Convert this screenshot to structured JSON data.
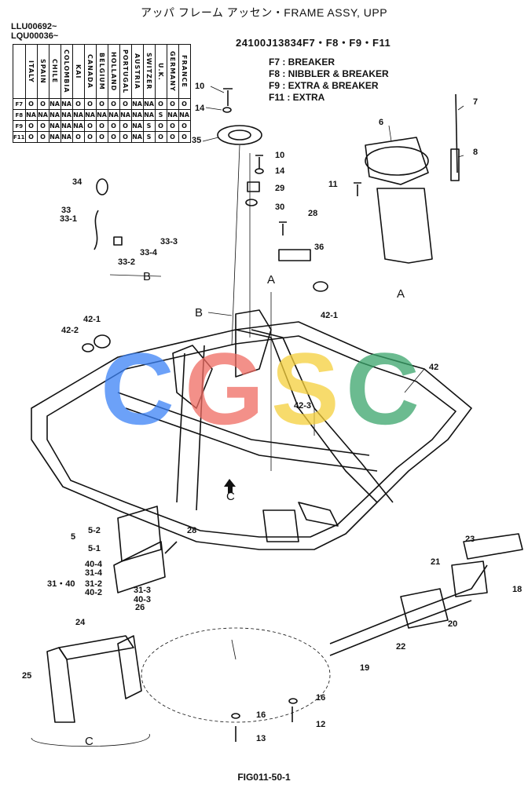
{
  "title": "アッパ フレーム アッセン・FRAME ASSY, UPP",
  "serials": [
    "LLU00692~",
    "LQU00036~"
  ],
  "part_code": "24100J13834F7・F8・F9・F11",
  "legend": [
    "F7 : BREAKER",
    "F8 : NIBBLER & BREAKER",
    "F9 : EXTRA & BREAKER",
    "F11 : EXTRA"
  ],
  "table": {
    "countries": [
      "ITALY",
      "SPAIN",
      "CHILE",
      "COLOMBIA",
      "KAI",
      "CANADA",
      "BELGIUM",
      "HOLLAND",
      "PORTUGAL",
      "AUSTRIA",
      "SWITZER",
      "U.K.",
      "GERMANY",
      "FRANCE"
    ],
    "rows": [
      {
        "label": "F7",
        "cells": [
          "O",
          "O",
          "NA",
          "NA",
          "O",
          "O",
          "O",
          "O",
          "O",
          "NA",
          "NA",
          "O",
          "O",
          "O"
        ]
      },
      {
        "label": "F8",
        "cells": [
          "NA",
          "NA",
          "NA",
          "NA",
          "NA",
          "NA",
          "NA",
          "NA",
          "NA",
          "NA",
          "NA",
          "S",
          "NA",
          "NA"
        ]
      },
      {
        "label": "F9",
        "cells": [
          "O",
          "O",
          "NA",
          "NA",
          "NA",
          "O",
          "O",
          "O",
          "O",
          "NA",
          "S",
          "O",
          "O",
          "O"
        ]
      },
      {
        "label": "F11",
        "cells": [
          "O",
          "O",
          "NA",
          "NA",
          "O",
          "O",
          "O",
          "O",
          "O",
          "NA",
          "S",
          "O",
          "O",
          "O"
        ]
      }
    ]
  },
  "labels": {
    "p10a": "10",
    "p14a": "14",
    "p35": "35",
    "p10b": "10",
    "p14b": "14",
    "p29": "29",
    "p30": "30",
    "p28a": "28",
    "p36": "36",
    "p34": "34",
    "p33": "33",
    "p33_1": "33-1",
    "p33_3": "33-3",
    "p33_4": "33-4",
    "p33_2": "33-2",
    "p7": "7",
    "p6": "6",
    "p8": "8",
    "p11": "11",
    "p42_1": "42-1",
    "p42_1b": "42-1",
    "p42_2": "42-2",
    "p42": "42",
    "p42_3": "42-3",
    "p5": "5",
    "p5_2": "5-2",
    "p5_1": "5-1",
    "p28b": "28",
    "p40_4": "40-4",
    "p31_4": "31-4",
    "p3140": "31・40",
    "p31_2": "31-2",
    "p40_2": "40-2",
    "p31_3": "31-3",
    "p40_3": "40-3",
    "p23": "23",
    "p21": "21",
    "p18": "18",
    "p20": "20",
    "p22": "22",
    "p19": "19",
    "p24": "24",
    "p26": "26",
    "p25": "25",
    "p16a": "16",
    "p16b": "16",
    "p12": "12",
    "p13": "13",
    "viewA_top": "A",
    "viewA": "A",
    "viewB": "B",
    "viewB_top": "B",
    "viewC": "C",
    "viewC_bottom": "C"
  },
  "watermark": [
    "C",
    "G",
    "S",
    "C"
  ],
  "colors": {
    "wm_blue": "#3b82f6",
    "wm_red": "#ef6b62",
    "wm_yellow": "#f5cf3b",
    "wm_green": "#3aa56b",
    "ink": "#111111"
  },
  "figure_id": "FIG011-50-1"
}
